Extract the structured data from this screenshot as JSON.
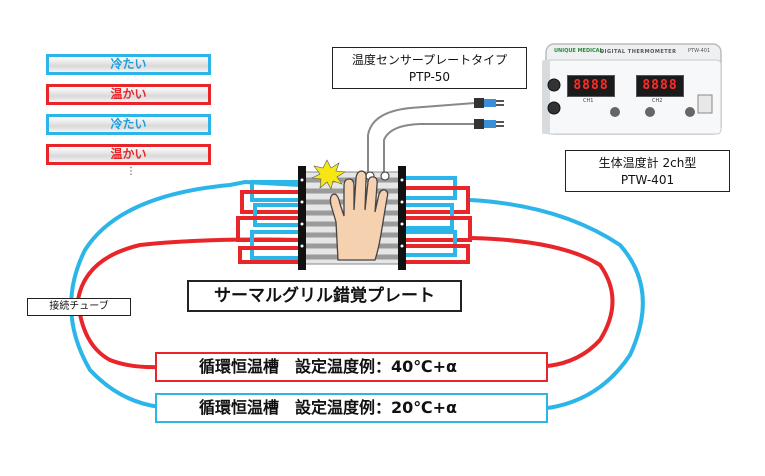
{
  "legend": [
    {
      "label": "冷たい",
      "kind": "cold"
    },
    {
      "label": "温かい",
      "kind": "warm"
    },
    {
      "label": "冷たい",
      "kind": "cold"
    },
    {
      "label": "温かい",
      "kind": "warm"
    }
  ],
  "legend_more": "⋮",
  "sensor": {
    "line1": "温度センサープレートタイプ",
    "line2": "PTP-50"
  },
  "device": {
    "line1": "生体温度計 2ch型",
    "line2": "PTW-401",
    "brand": "UNIQUE MEDICAL",
    "panel_title": "DIGITAL THERMOMETER",
    "model": "PTW-401",
    "ch1_label": "CH1",
    "ch2_label": "CH2",
    "ch1_reading": "8888",
    "ch2_reading": "8888"
  },
  "tube_label": "接続チューブ",
  "plate_label": "サーマルグリル錯覚プレート",
  "baths": {
    "warm": "循環恒温槽　設定温度例：40℃+α",
    "cold": "循環恒温槽　設定温度例：20℃+α"
  },
  "colors": {
    "cold": "#2bb5e8",
    "warm": "#e8262a"
  }
}
